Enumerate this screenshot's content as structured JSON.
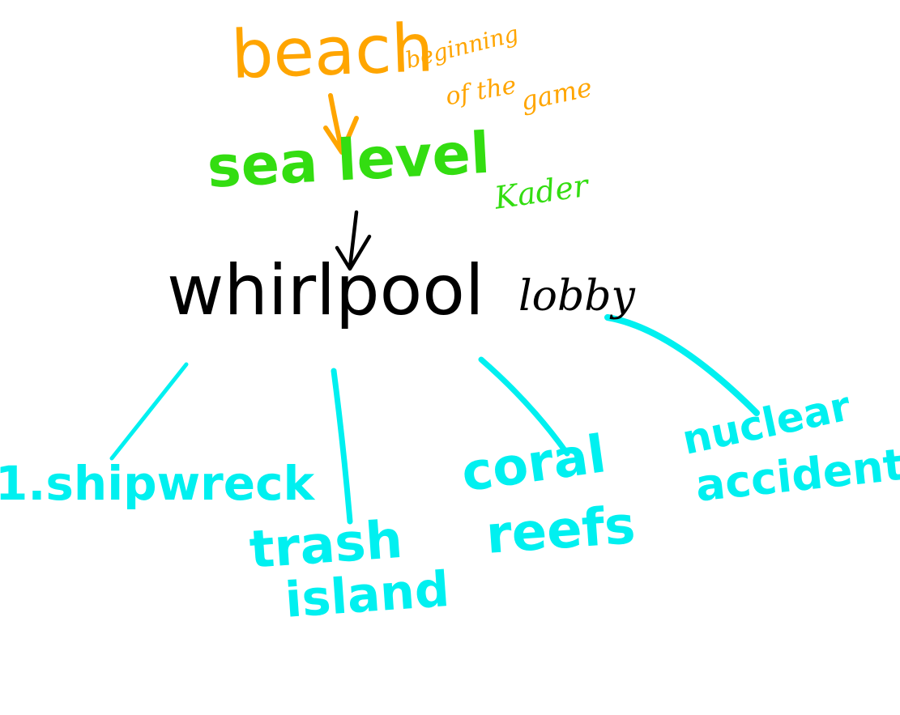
{
  "colors": {
    "orange": "#FFA500",
    "green": "#33DD11",
    "black": "#000000",
    "cyan": "#00F0F0",
    "background": "#FFFFFF"
  },
  "nodes": {
    "beach": "beach",
    "beach_note": [
      "beginning",
      "of the",
      "game"
    ],
    "sea_level": "sea level",
    "sea_level_note": "Kader",
    "whirlpool": "whirlpool",
    "whirlpool_note": "lobby",
    "branches": {
      "shipwreck": "1.shipwreck",
      "trash_island": [
        "trash",
        "island"
      ],
      "coral_reefs": [
        "coral",
        "reefs"
      ],
      "nuclear_accident": [
        "nuclear",
        "accident"
      ]
    }
  }
}
